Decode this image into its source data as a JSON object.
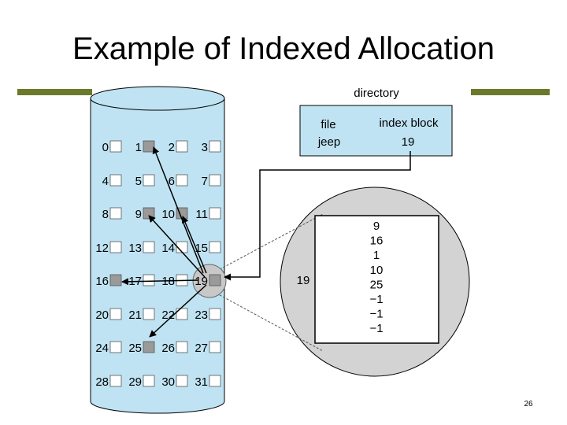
{
  "slide": {
    "title": "Example of Indexed Allocation",
    "page_number": "26",
    "accent_color": "#6b7a2a"
  },
  "directory": {
    "label": "directory",
    "col_file_header": "file",
    "col_index_header": "index block",
    "file_name": "jeep",
    "index_block": "19"
  },
  "disk": {
    "fill_color": "#bfe3f3",
    "blocks": [
      "0",
      "1",
      "2",
      "3",
      "4",
      "5",
      "6",
      "7",
      "8",
      "9",
      "10",
      "11",
      "12",
      "13",
      "14",
      "15",
      "16",
      "17",
      "18",
      "19",
      "20",
      "21",
      "22",
      "23",
      "24",
      "25",
      "26",
      "27",
      "28",
      "29",
      "30",
      "31"
    ],
    "used_blocks": [
      "1",
      "9",
      "10",
      "16",
      "25",
      "19"
    ]
  },
  "index_block": {
    "label": "19",
    "entries": [
      "9",
      "16",
      "1",
      "10",
      "25",
      "−1",
      "−1",
      "−1"
    ]
  }
}
